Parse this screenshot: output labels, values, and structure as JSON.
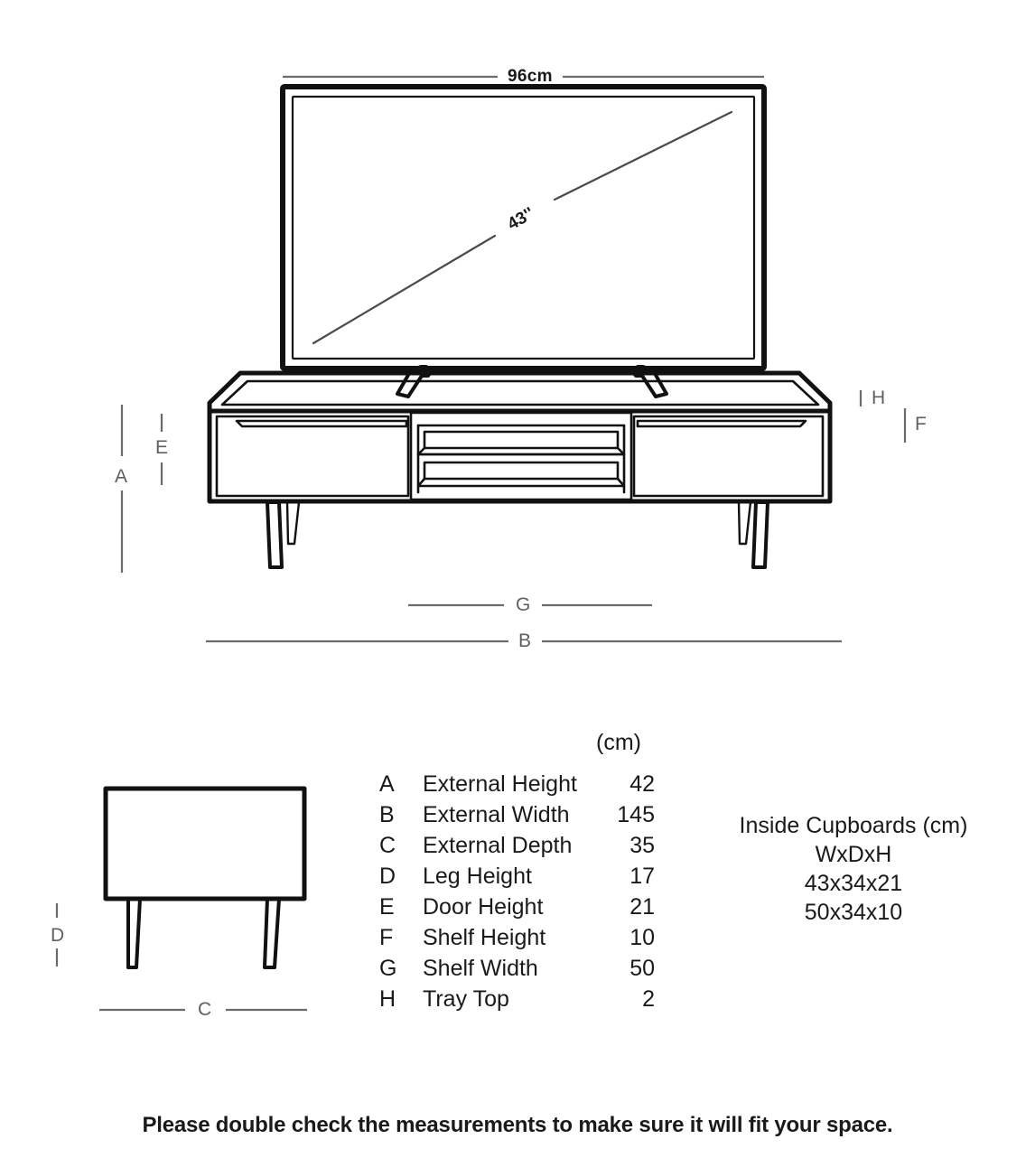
{
  "diagram": {
    "tv": {
      "width_label": "96cm",
      "diagonal_label": "43''"
    },
    "markers": {
      "A": "A",
      "B": "B",
      "C": "C",
      "D": "D",
      "E": "E",
      "F": "F",
      "G": "G",
      "H": "H"
    }
  },
  "spec_table": {
    "units_header": "(cm)",
    "rows": [
      {
        "key": "A",
        "label": "External Height",
        "value": "42"
      },
      {
        "key": "B",
        "label": "External Width",
        "value": "145"
      },
      {
        "key": "C",
        "label": "External Depth",
        "value": "35"
      },
      {
        "key": "D",
        "label": "Leg Height",
        "value": "17"
      },
      {
        "key": "E",
        "label": "Door Height",
        "value": "21"
      },
      {
        "key": "F",
        "label": "Shelf Height",
        "value": "10"
      },
      {
        "key": "G",
        "label": "Shelf Width",
        "value": "50"
      },
      {
        "key": "H",
        "label": "Tray Top",
        "value": "2"
      }
    ]
  },
  "cupboards": {
    "title": "Inside Cupboards (cm)",
    "axis_order": "WxDxH",
    "entries": [
      "43x34x21",
      "50x34x10"
    ]
  },
  "footer": {
    "note": "Please double check the measurements to make sure it will fit your space."
  },
  "colors": {
    "outline": "#111111",
    "dimension_line": "#6b6b6b",
    "dimension_text": "#5f5f5f",
    "body_text": "#1a1a1a",
    "background": "#ffffff"
  }
}
